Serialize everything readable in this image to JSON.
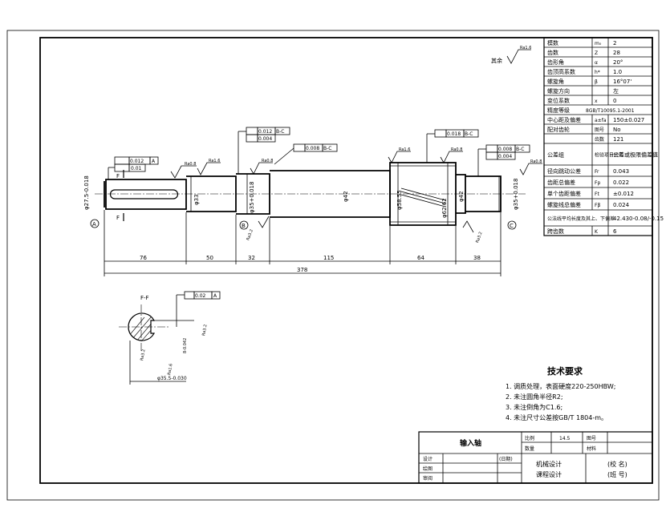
{
  "params": [
    {
      "name": "模数",
      "sym": "m₀",
      "val": "2"
    },
    {
      "name": "齿数",
      "sym": "Z",
      "val": "28"
    },
    {
      "name": "齿形角",
      "sym": "α",
      "val": "20°"
    },
    {
      "name": "齿顶高系数",
      "sym": "h*",
      "val": "1.0"
    },
    {
      "name": "螺旋角",
      "sym": "β",
      "val": "16°07'"
    },
    {
      "name": "螺旋方向",
      "sym": "",
      "val": "左"
    },
    {
      "name": "变位系数",
      "sym": "x",
      "val": "0"
    },
    {
      "name": "精度等级",
      "sym": "",
      "val": "8GB/T10095.1-2001"
    },
    {
      "name": "中心距及偏差",
      "sym": "a±fa",
      "val": "150±0.027"
    },
    {
      "name": "配对齿轮",
      "sym": "图号",
      "val": "No"
    },
    {
      "name": "",
      "sym": "齿数",
      "val": "121"
    },
    {
      "name": "公差组",
      "sym": "检验项目代号",
      "val": "公差或极限偏差值"
    },
    {
      "name": "径向跳动公差",
      "sym": "Fr",
      "val": "0.043"
    },
    {
      "name": "齿距总偏差",
      "sym": "Fp",
      "val": "0.022"
    },
    {
      "name": "单个齿距偏差",
      "sym": "Ft",
      "val": "±0.012"
    },
    {
      "name": "螺旋线总偏差",
      "sym": "Fβ",
      "val": "0.024"
    },
    {
      "name": "公法线平均长度及其上、下偏差",
      "sym": "",
      "val": "42.430-0.08/-0.15"
    },
    {
      "name": "跨齿数",
      "sym": "K",
      "val": "6"
    }
  ],
  "roughness": {
    "rest": "其余",
    "r16": "Ra1.6",
    "r08": "Ra0.8",
    "r32": "Ra3.2"
  },
  "tolerances": {
    "t1a": "0.012",
    "t1b": "A",
    "t2": "0.01",
    "t3a": "0.012",
    "t3b": "B-C",
    "t4": "0.004",
    "t5a": "0.008",
    "t5b": "B-C",
    "t6a": "0.018",
    "t6b": "B-C",
    "t7a": "0.008",
    "t7b": "B-C",
    "t8": "0.004",
    "t9a": "0.02",
    "t9b": "A"
  },
  "diameters": {
    "d1": "φ27.5-0.018",
    "d2": "φ33",
    "d3": "φ35+0.018",
    "d4": "φ42",
    "d5": "φ58.55",
    "d6": "φ62.62",
    "d7": "φ42",
    "d8": "φ35+0.018"
  },
  "lengths": {
    "l1": "76",
    "l2": "50",
    "l3": "32",
    "l4": "115",
    "l5": "64",
    "l6": "38",
    "total": "378"
  },
  "labels": {
    "a": "A",
    "b": "B",
    "c": "C",
    "f1": "F",
    "f2": "F",
    "section": "F-F",
    "sec_dim1": "8-0.042",
    "sec_dim2": "φ35.5-0.030"
  },
  "requirements": {
    "title": "技术要求",
    "items": [
      "1. 调质处理，表面硬度220-250HBW;",
      "2. 未注圆角半径R2;",
      "3. 未注倒角为C1.6;",
      "4. 未注尺寸公差按GB/T 1804-m。"
    ]
  },
  "titleblock": {
    "part": "输入轴",
    "scale_label": "比例",
    "scale": "14.5",
    "drawing_no_label": "图号",
    "qty_label": "数量",
    "material_label": "材料",
    "design": "设计",
    "date": "(日期)",
    "check": "绘图",
    "review": "审阅",
    "course": "机械设计",
    "course2": "课程设计",
    "school": "(校 名)",
    "class": "(班 号)"
  }
}
